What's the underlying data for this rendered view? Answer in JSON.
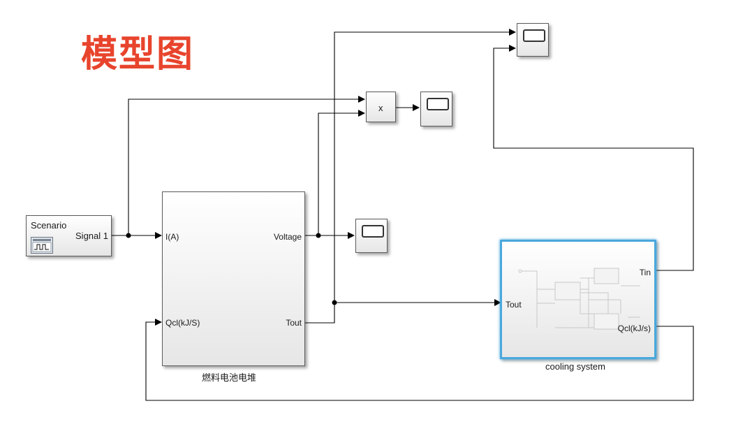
{
  "title": "模型图",
  "blocks": {
    "scenario": {
      "name": "Scenario",
      "port": "Signal 1"
    },
    "stack": {
      "caption": "燃料电池电堆",
      "in1": "I(A)",
      "in2": "Qcl(kJ/S)",
      "out1": "Voltage",
      "out2": "Tout"
    },
    "product": {
      "label": "x"
    },
    "cooling": {
      "caption": "cooling system",
      "in1": "Tout",
      "out1": "Tin",
      "out2": "Qcl(kJ/s)"
    }
  },
  "icons": [
    "signal-builder-icon",
    "scope-icon",
    "subsystem-icon"
  ],
  "colors": {
    "title": "#e8442d",
    "selection": "#4aa8dc",
    "wire": "#000000"
  }
}
